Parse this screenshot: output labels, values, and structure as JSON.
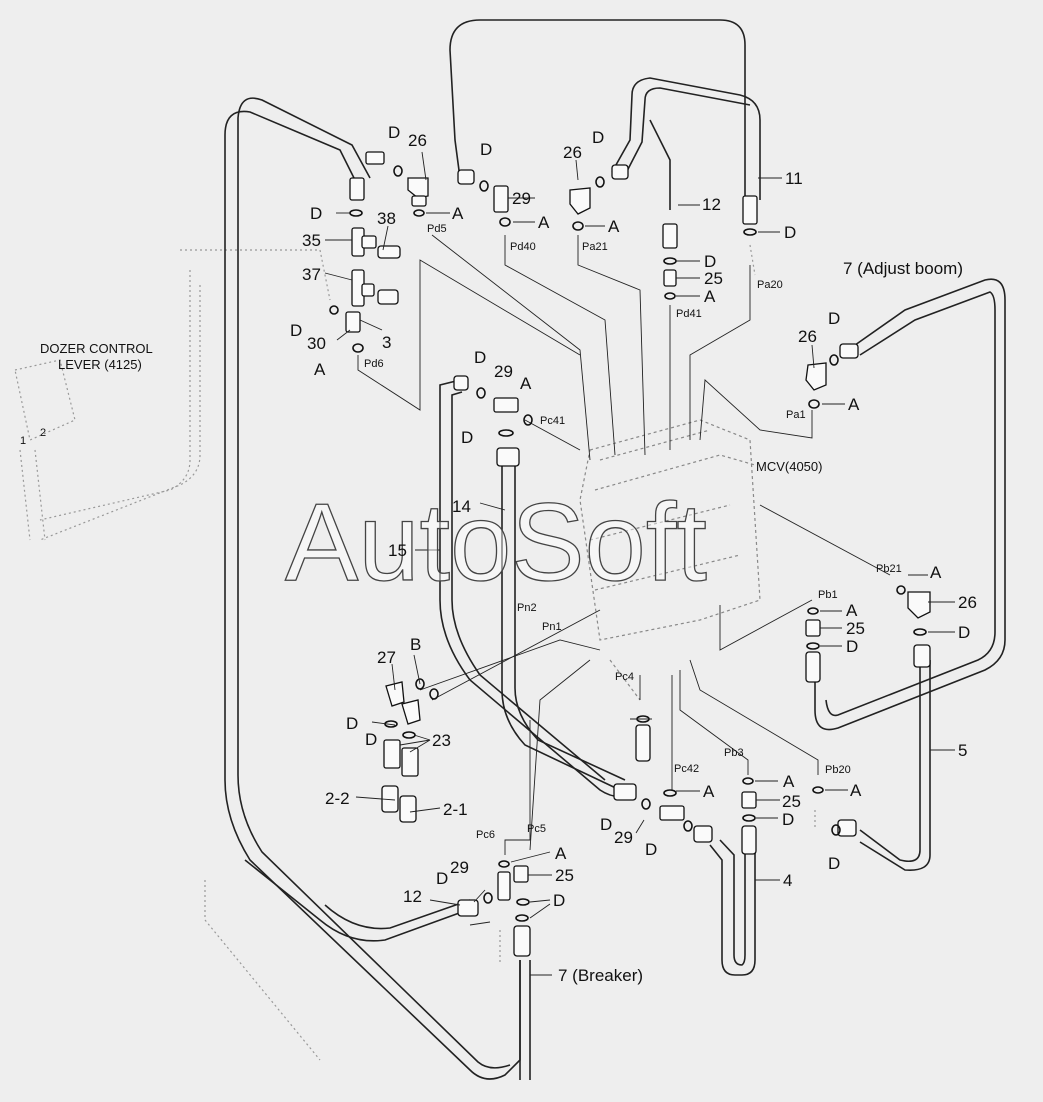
{
  "titles": {
    "dozer_line1": "DOZER CONTROL",
    "dozer_line2": "LEVER (4125)",
    "mcv": "MCV(4050)",
    "adjust_boom": "7 (Adjust boom)",
    "breaker": "7 (Breaker)"
  },
  "watermark": "AutoSoft",
  "dozer_ports": [
    "1",
    "2"
  ],
  "colors": {
    "background": "#eeeeee",
    "line": "#222222"
  },
  "callouts": [
    {
      "t": "D"
    },
    {
      "t": "26"
    },
    {
      "t": "A"
    },
    {
      "t": "Pd5"
    },
    {
      "t": "D"
    },
    {
      "t": "29"
    },
    {
      "t": "A"
    },
    {
      "t": "Pd40"
    },
    {
      "t": "26"
    },
    {
      "t": "D"
    },
    {
      "t": "A"
    },
    {
      "t": "Pa21"
    },
    {
      "t": "12"
    },
    {
      "t": "D"
    },
    {
      "t": "25"
    },
    {
      "t": "A"
    },
    {
      "t": "Pd41"
    },
    {
      "t": "11"
    },
    {
      "t": "D"
    },
    {
      "t": "Pa20"
    },
    {
      "t": "D"
    },
    {
      "t": "38"
    },
    {
      "t": "35"
    },
    {
      "t": "37"
    },
    {
      "t": "D"
    },
    {
      "t": "30"
    },
    {
      "t": "3"
    },
    {
      "t": "A"
    },
    {
      "t": "Pd6"
    },
    {
      "t": "26"
    },
    {
      "t": "D"
    },
    {
      "t": "A"
    },
    {
      "t": "Pa1"
    },
    {
      "t": "D"
    },
    {
      "t": "29"
    },
    {
      "t": "A"
    },
    {
      "t": "Pc41"
    },
    {
      "t": "D"
    },
    {
      "t": "14"
    },
    {
      "t": "15"
    },
    {
      "t": "Pb21"
    },
    {
      "t": "A"
    },
    {
      "t": "26"
    },
    {
      "t": "D"
    },
    {
      "t": "Pb1"
    },
    {
      "t": "A"
    },
    {
      "t": "25"
    },
    {
      "t": "D"
    },
    {
      "t": "Pn2"
    },
    {
      "t": "Pn1"
    },
    {
      "t": "Pc4"
    },
    {
      "t": "27"
    },
    {
      "t": "B"
    },
    {
      "t": "D"
    },
    {
      "t": "D"
    },
    {
      "t": "23"
    },
    {
      "t": "2-2"
    },
    {
      "t": "2-1"
    },
    {
      "t": "Pb3"
    },
    {
      "t": "A"
    },
    {
      "t": "25"
    },
    {
      "t": "D"
    },
    {
      "t": "Pc42"
    },
    {
      "t": "A"
    },
    {
      "t": "5"
    },
    {
      "t": "Pb20"
    },
    {
      "t": "A"
    },
    {
      "t": "D"
    },
    {
      "t": "29"
    },
    {
      "t": "D"
    },
    {
      "t": "D"
    },
    {
      "t": "Pc6"
    },
    {
      "t": "Pc5"
    },
    {
      "t": "A"
    },
    {
      "t": "29"
    },
    {
      "t": "25"
    },
    {
      "t": "D"
    },
    {
      "t": "12"
    },
    {
      "t": "D"
    },
    {
      "t": "4"
    }
  ]
}
